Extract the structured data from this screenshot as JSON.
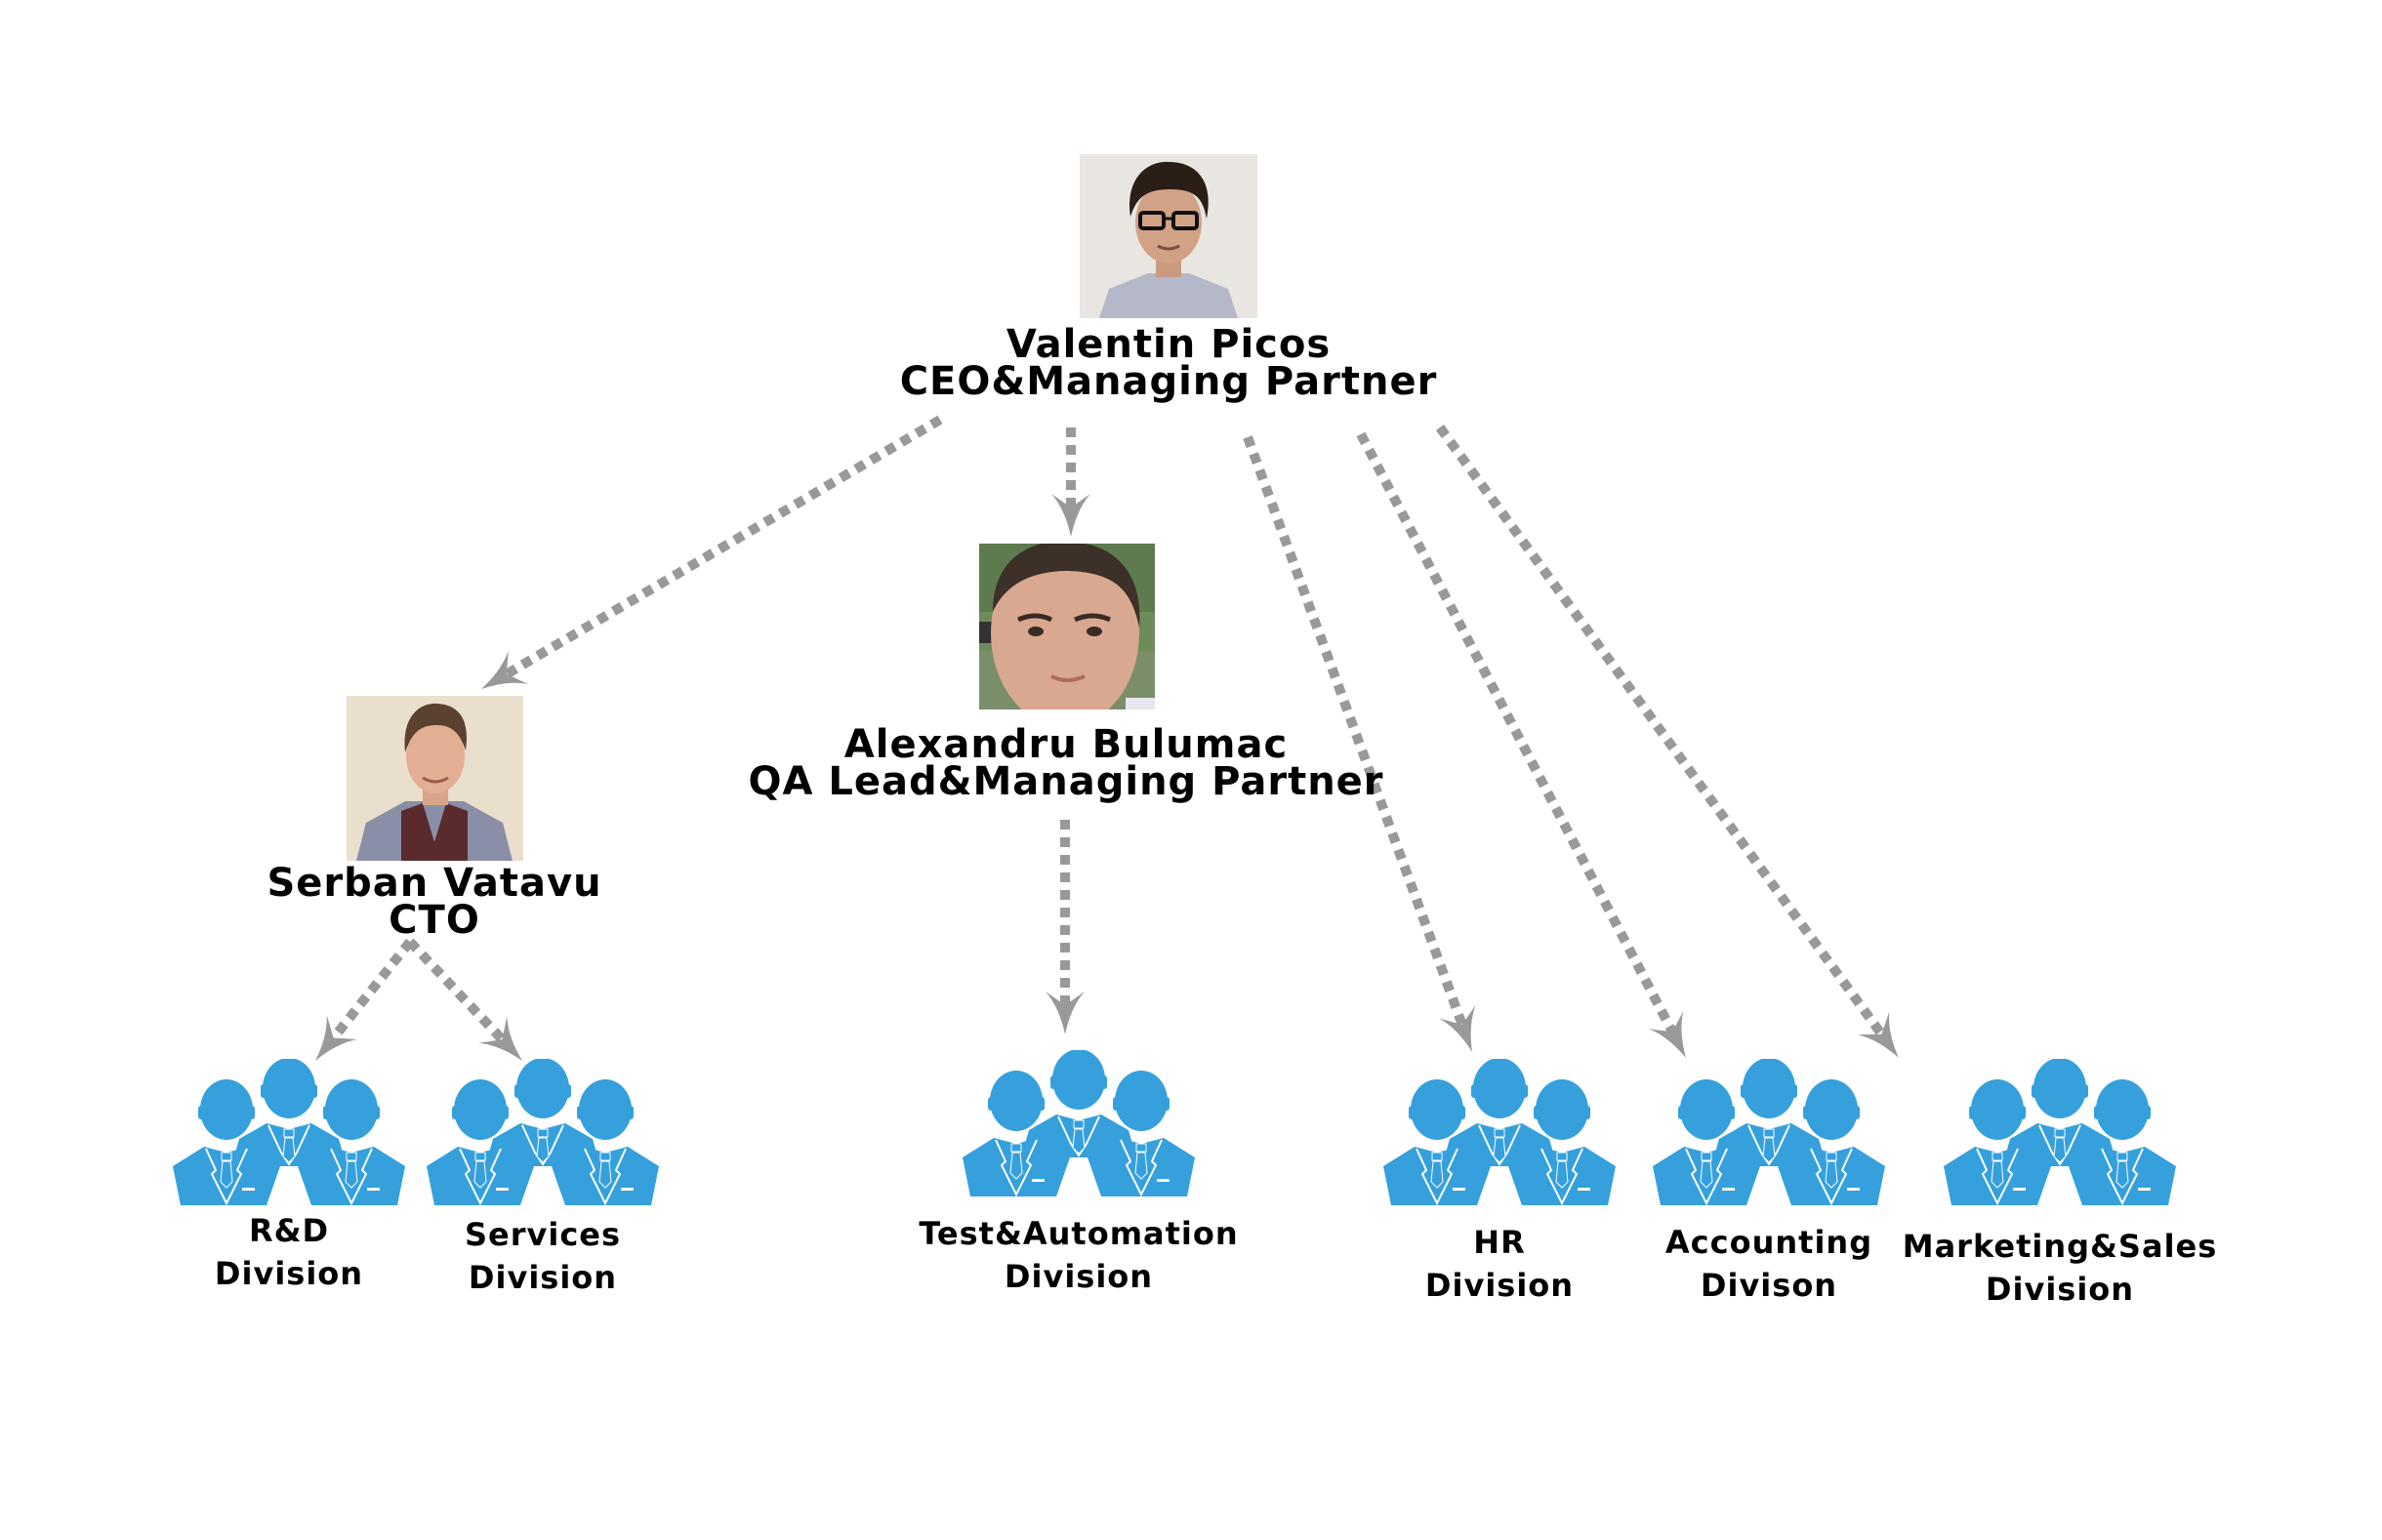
{
  "diagram": {
    "type": "org-chart",
    "colors": {
      "connector": "#999999",
      "division_icon": "#35A0DC",
      "text": "#000000",
      "background": "#FFFFFF"
    },
    "people": [
      {
        "id": "ceo",
        "name": "Valentin Picos",
        "title": "CEO&Managing Partner",
        "photo_icon": "portrait-photo"
      },
      {
        "id": "qa-lead",
        "name": "Alexandru Bulumac",
        "title": "QA Lead&Managing Partner",
        "photo_icon": "portrait-photo"
      },
      {
        "id": "cto",
        "name": "Serban Vatavu",
        "title": "CTO",
        "photo_icon": "portrait-photo"
      }
    ],
    "divisions": [
      {
        "id": "rnd",
        "line1": "R&D",
        "line2": "Division",
        "icon": "people-group-icon"
      },
      {
        "id": "services",
        "line1": "Services",
        "line2": "Division",
        "icon": "people-group-icon"
      },
      {
        "id": "test-automation",
        "line1": "Test&Automation",
        "line2": "Division",
        "icon": "people-group-icon"
      },
      {
        "id": "hr",
        "line1": "HR",
        "line2": "Division",
        "icon": "people-group-icon"
      },
      {
        "id": "accounting",
        "line1": "Accounting",
        "line2": "Divison",
        "icon": "people-group-icon"
      },
      {
        "id": "marketing-sales",
        "line1": "Marketing&Sales",
        "line2": "Division",
        "icon": "people-group-icon"
      }
    ],
    "edges": [
      {
        "from": "ceo",
        "to": "cto"
      },
      {
        "from": "ceo",
        "to": "qa-lead"
      },
      {
        "from": "ceo",
        "to": "hr"
      },
      {
        "from": "ceo",
        "to": "accounting"
      },
      {
        "from": "ceo",
        "to": "marketing-sales"
      },
      {
        "from": "cto",
        "to": "rnd"
      },
      {
        "from": "cto",
        "to": "services"
      },
      {
        "from": "qa-lead",
        "to": "test-automation"
      }
    ]
  }
}
